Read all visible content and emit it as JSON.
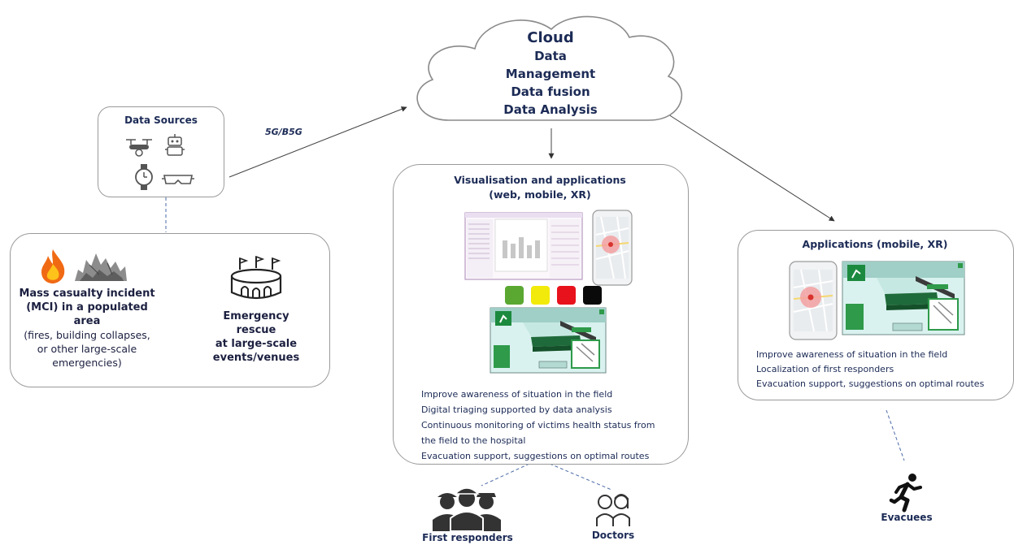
{
  "cloud": {
    "title": "Cloud",
    "lines": [
      "Data",
      "Management",
      "Data fusion",
      "Data Analysis"
    ]
  },
  "link_label": "5G/B5G",
  "data_sources": {
    "title": "Data Sources",
    "icons": [
      "drone-icon",
      "robot-icon",
      "smartwatch-icon",
      "vr-headset-icon"
    ]
  },
  "incidents": {
    "mci": {
      "line1": "Mass casualty incident",
      "line2": "(MCI) in a populated",
      "line3": "area",
      "detail1": "(fires, building collapses,",
      "detail2": "or other large-scale",
      "detail3": "emergencies)"
    },
    "events": {
      "line1": "Emergency",
      "line2": "rescue",
      "line3": "at  large-scale",
      "line4": "events/venues"
    }
  },
  "visualisation": {
    "title_line1": "Visualisation and applications",
    "title_line2": "(web, mobile, XR)",
    "triage_colors": [
      "#5aa832",
      "#f2ea0a",
      "#e8121c",
      "#0a0a0a"
    ],
    "bullets": [
      "Improve awareness of situation in the field",
      "Digital triaging supported by data analysis",
      "Continuous monitoring of victims health status from",
      "the field to the hospital",
      "Evacuation support, suggestions on optimal routes"
    ]
  },
  "applications": {
    "title": "Applications (mobile, XR)",
    "bullets": [
      "Improve awareness of situation in the field",
      "Localization of first responders",
      "Evacuation support, suggestions on optimal routes"
    ]
  },
  "actors": {
    "first_responders": "First responders",
    "doctors": "Doctors",
    "evacuees": "Evacuees"
  }
}
